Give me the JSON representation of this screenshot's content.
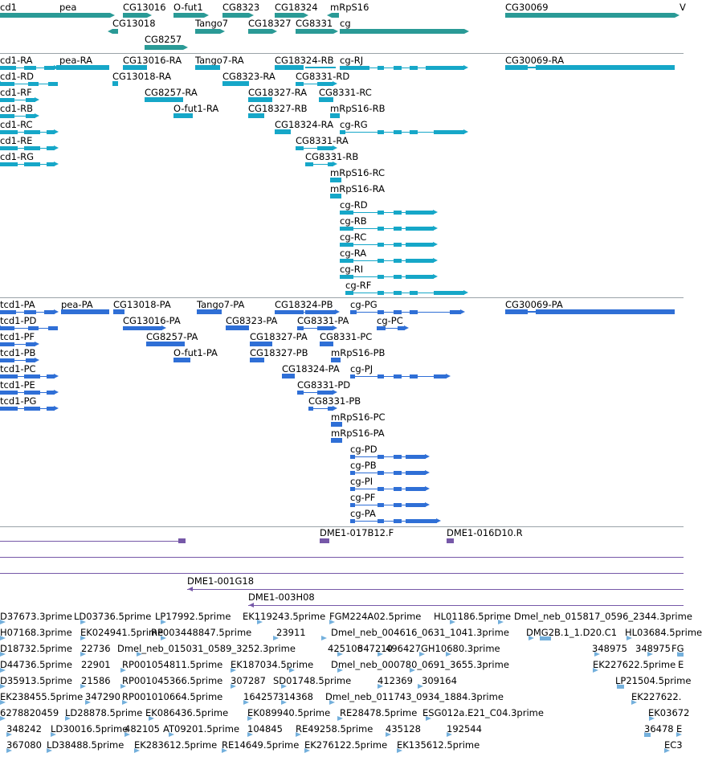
{
  "colors": {
    "gene": "#2a9a96",
    "transcript": "#16a7c8",
    "protein": "#2f6fd6",
    "clone": "#7658a8",
    "est": "#74b0dc",
    "separator": "#9aa3a8"
  },
  "gene_track": {
    "labels": [
      "cd1",
      "pea",
      "CG13016",
      "O-fut1",
      "CG8323",
      "CG18324",
      "mRpS16",
      "CG30069",
      "V",
      "CG13018",
      "Tango7",
      "CG18327",
      "CG8331",
      "cg",
      "CG8257"
    ]
  },
  "transcript_track": {
    "labels": [
      "cd1-RA",
      "pea-RA",
      "CG13016-RA",
      "Tango7-RA",
      "CG18324-RB",
      "cg-RJ",
      "CG30069-RA",
      "cd1-RD",
      "CG13018-RA",
      "CG8323-RA",
      "CG8331-RD",
      "cd1-RF",
      "CG8257-RA",
      "CG18327-RA",
      "CG8331-RC",
      "cd1-RB",
      "O-fut1-RA",
      "CG18327-RB",
      "mRpS16-RB",
      "cd1-RC",
      "CG18324-RA",
      "cg-RG",
      "cd1-RE",
      "CG8331-RA",
      "cd1-RG",
      "CG8331-RB",
      "mRpS16-RC",
      "mRpS16-RA",
      "cg-RD",
      "cg-RB",
      "cg-RC",
      "cg-RA",
      "cg-RI",
      "cg-RF"
    ]
  },
  "protein_track": {
    "labels": [
      "tcd1-PA",
      "pea-PA",
      "CG13018-PA",
      "Tango7-PA",
      "CG18324-PB",
      "cg-PG",
      "CG30069-PA",
      "tcd1-PD",
      "CG13016-PA",
      "CG8323-PA",
      "CG8331-PA",
      "cg-PC",
      "tcd1-PF",
      "CG8257-PA",
      "CG18327-PA",
      "CG8331-PC",
      "tcd1-PB",
      "O-fut1-PA",
      "CG18327-PB",
      "mRpS16-PB",
      "tcd1-PC",
      "CG18324-PA",
      "cg-PJ",
      "tcd1-PE",
      "CG8331-PD",
      "tcd1-PG",
      "CG8331-PB",
      "mRpS16-PC",
      "mRpS16-PA",
      "cg-PD",
      "cg-PB",
      "cg-PI",
      "cg-PF",
      "cg-PA"
    ]
  },
  "clone_track": {
    "labels": [
      "DME1-017B12.F",
      "DME1-016D10.R",
      "DME1-001G18",
      "DME1-003H08"
    ]
  },
  "est_track": {
    "labels": [
      "D37673.3prime",
      "LD03736.5prime",
      "LP17992.5prime",
      "EK119243.5prime",
      "FGM224A02.5prime",
      "HL01186.5prime",
      "Dmel_neb_015817_0596_2344.3prime",
      "H07168.3prime",
      "EK024941.5prime",
      "RP003448847.5prime",
      "23911",
      "Dmel_neb_004616_0631_1041.3prime",
      "DMG2B.1_1.D20.C1",
      "HL03684.5prime",
      "D18732.5prime",
      "22736",
      "Dmel_neb_015031_0589_3252.3prime",
      "425106",
      "347210",
      "496427",
      "GH10680.3prime",
      "348975",
      "348975",
      "FG",
      "D44736.5prime",
      "22901",
      "RP001054811.5prime",
      "EK187034.5prime",
      "Dmel_neb_000780_0691_3655.3prime",
      "EK227622.5prime",
      "E",
      "D35913.5prime",
      "21586",
      "RP001045366.5prime",
      "307287",
      "SD01748.5prime",
      "412369",
      "309164",
      "LP21504.5prime",
      "EK238455.5prime",
      "347290",
      "RP001010664.5prime",
      "164257",
      "314368",
      "Dmel_neb_011743_0934_1884.3prime",
      "EK227622.",
      "6278820459",
      "LD28878.5prime",
      "EK086436.5prime",
      "EK089940.5prime",
      "RE28478.5prime",
      "ESG012a.E21_C04.3prime",
      "EK03672",
      "348242",
      "LD30016.5prime",
      "482105",
      "AT09201.5prime",
      "104845",
      "RE49258.5prime",
      "435128",
      "192544",
      "36478",
      "E",
      "367080",
      "LD38488.5prime",
      "EK283612.5prime",
      "RE14649.5prime",
      "EK276122.5prime",
      "EK135612.5prime",
      "EC3"
    ]
  }
}
